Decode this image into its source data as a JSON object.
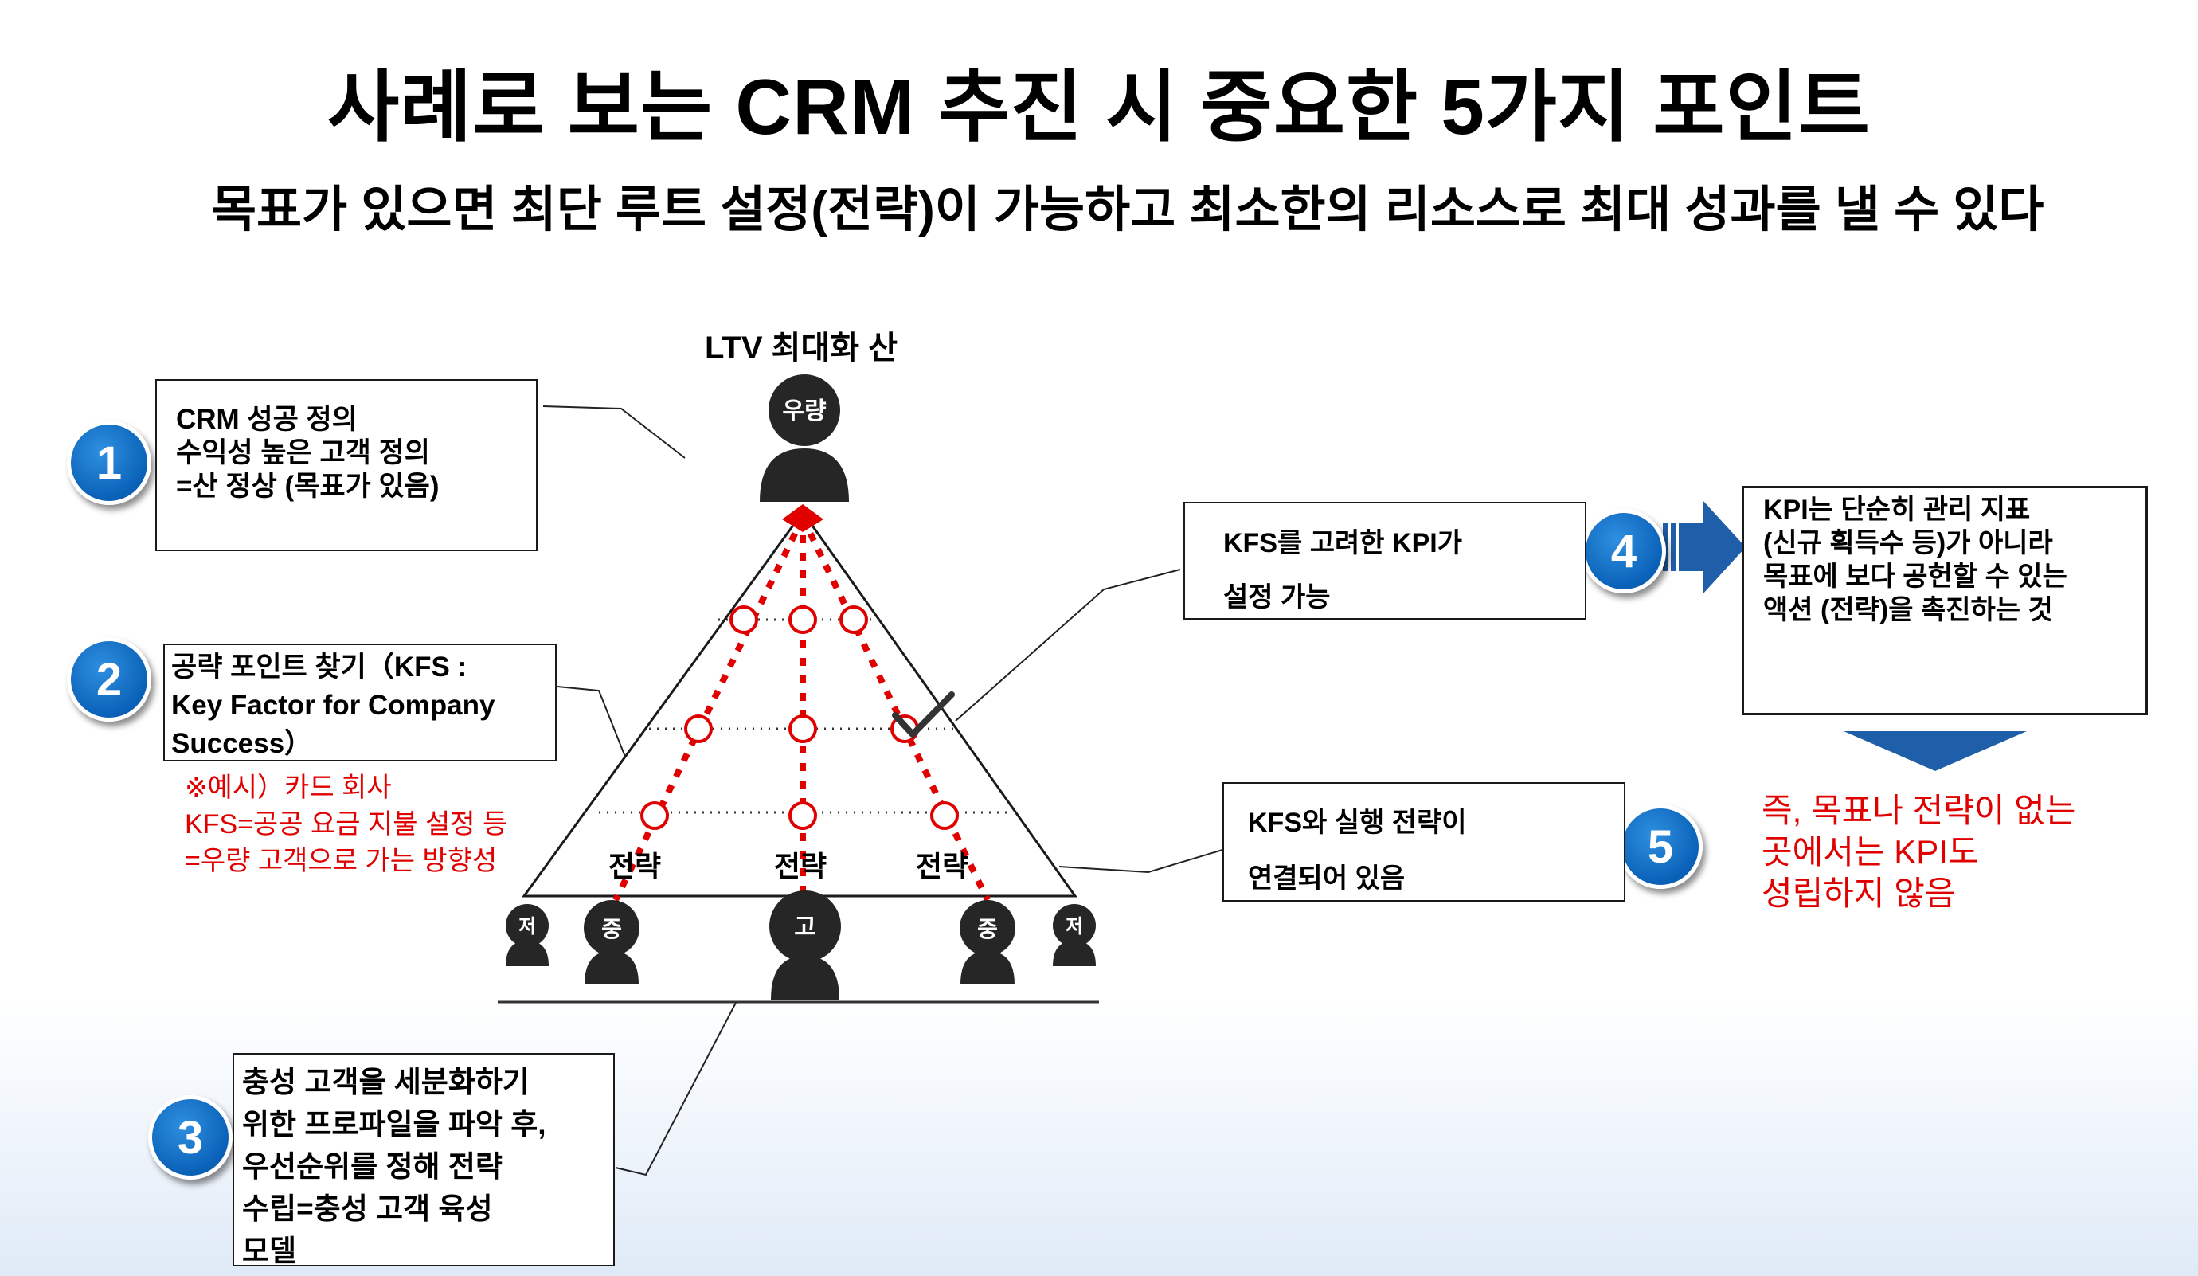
{
  "title": "사례로 보는 CRM 추진 시 중요한 5가지 포인트",
  "subtitle": "목표가 있으면 최단 루트 설정(전략)이 가능하고 최소한의 리소스로 최대 성과를 낼 수 있다",
  "mountain": {
    "label": "LTV 최대화 산",
    "summit_person": "우량",
    "strategy_labels": [
      "전략",
      "전략",
      "전략"
    ],
    "base_persons": [
      "저",
      "중",
      "고",
      "중",
      "저"
    ]
  },
  "points": [
    {
      "number": "1",
      "lines": [
        "CRM 성공 정의",
        "수익성 높은 고객 정의",
        "=산 정상 (목표가 있음)"
      ]
    },
    {
      "number": "2",
      "lines": [
        "공략 포인트 찾기（KFS :",
        "Key Factor for Company",
        "Success）"
      ]
    },
    {
      "number": "3",
      "lines": [
        "충성 고객을 세분화하기",
        "위한 프로파일을 파악 후,",
        "우선순위를 정해 전략",
        "수립=충성 고객 육성",
        "모델"
      ]
    },
    {
      "number": "4",
      "lines": [
        "KFS를 고려한 KPI가",
        "설정 가능"
      ]
    },
    {
      "number": "5",
      "lines": [
        "KFS와 실행 전략이",
        "연결되어 있음"
      ]
    }
  ],
  "example_note": [
    "※예시）카드 회사",
    "KFS=공공 요금 지불 설정 등",
    "=우량 고객으로 가는 방향성"
  ],
  "kpi_box": [
    "KPI는 단순히 관리 지표",
    "(신규 획득수 등)가 아니라",
    "목표에 보다 공헌할 수 있는",
    "액션 (전략)을 촉진하는 것"
  ],
  "conclusion": [
    "즉, 목표나 전략이 없는",
    "곳에서는 KPI도",
    "성립하지 않음"
  ],
  "colors": {
    "accent_red": "#e00000",
    "badge_blue": "#0a62b8",
    "arrow_blue": "#1f5ea8",
    "person_dark": "#262626"
  }
}
